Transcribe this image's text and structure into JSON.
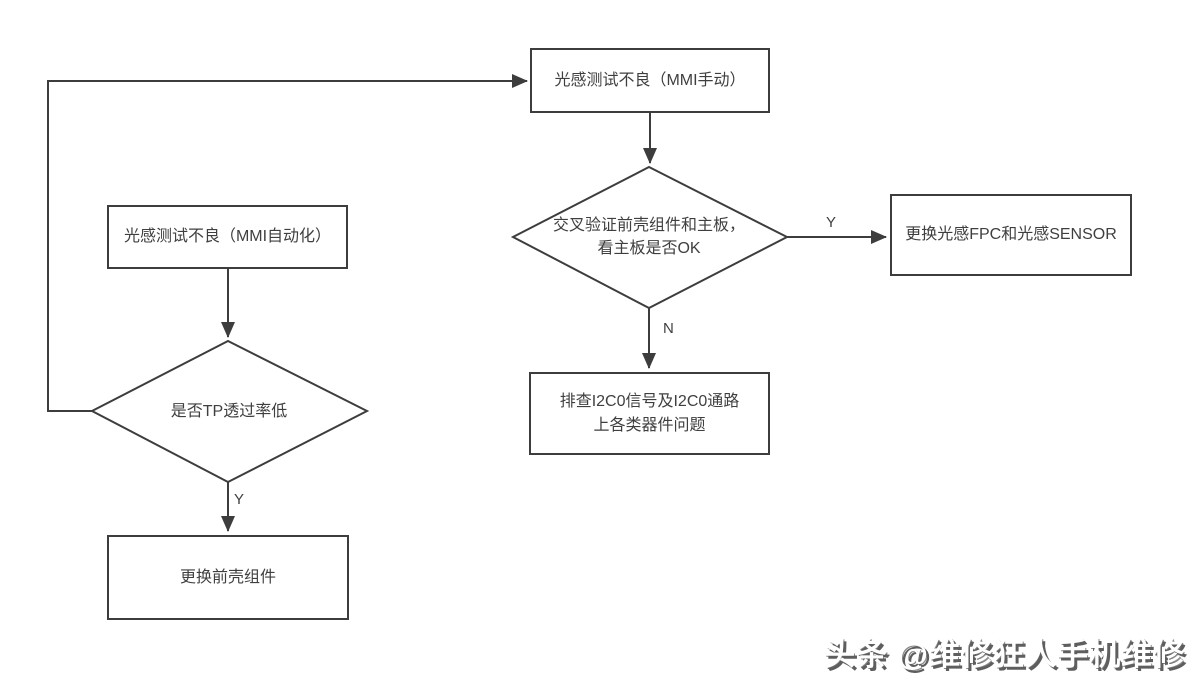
{
  "colors": {
    "background": "#ffffff",
    "line": "#3d3d3d",
    "text": "#3f3f3f",
    "node_fill": "#ffffff",
    "watermark_fill": "#ffffff",
    "watermark_shadow": "#5e5e5e"
  },
  "nodes": {
    "mmi_manual": {
      "label": "光感测试不良（MMI手动）"
    },
    "mmi_auto": {
      "label": "光感测试不良（MMI自动化）"
    },
    "tp_check": {
      "label": "是否TP透过率低"
    },
    "cross_validate": {
      "line1": "交叉验证前壳组件和主板，",
      "line2": "看主板是否OK"
    },
    "replace_fpc_sensor": {
      "label": "更换光感FPC和光感SENSOR"
    },
    "check_i2c0": {
      "line1": "排查I2C0信号及I2C0通路",
      "line2": "上各类器件问题"
    },
    "replace_front_housing": {
      "label": "更换前壳组件"
    }
  },
  "edge_labels": {
    "cross_validate_yes": "Y",
    "cross_validate_no": "N",
    "tp_check_yes": "Y"
  },
  "watermark": "头条 @维修狂人手机维修"
}
